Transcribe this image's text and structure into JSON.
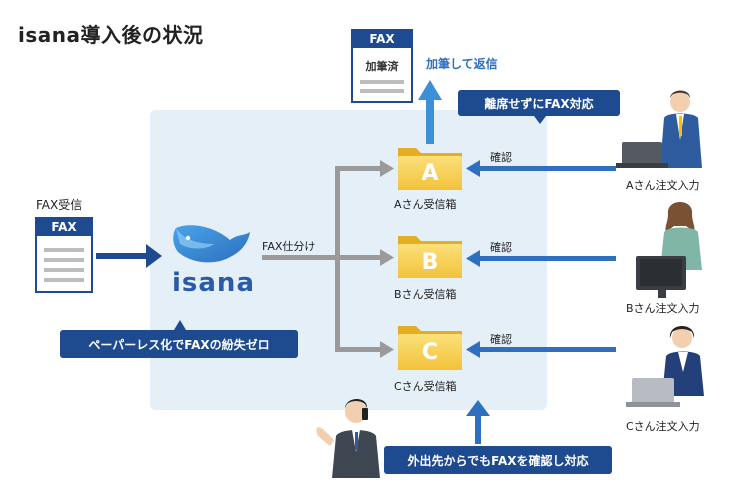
{
  "title": "isana導入後の状況",
  "brand": "isana",
  "fax_in": {
    "label": "FAX受信",
    "doc_label": "FAX"
  },
  "fax_out": {
    "doc_label": "FAX",
    "stamp": "加筆済",
    "action": "加筆して返信"
  },
  "route_label": "FAX仕分け",
  "callouts": {
    "away": "離席せずにFAX対応",
    "paperless": "ペーパーレス化でFAXの紛失ゼロ",
    "mobile": "外出先からでもFAXを確認し対応"
  },
  "folders": [
    {
      "letter": "A",
      "label": "Aさん受信箱",
      "confirm": "確認"
    },
    {
      "letter": "B",
      "label": "Bさん受信箱",
      "confirm": "確認"
    },
    {
      "letter": "C",
      "label": "Cさん受信箱",
      "confirm": "確認"
    }
  ],
  "people": [
    {
      "label": "Aさん注文入力"
    },
    {
      "label": "Bさん注文入力"
    },
    {
      "label": "Cさん注文入力"
    }
  ],
  "colors": {
    "navy": "#1e4b8f",
    "blue": "#2f6fc0",
    "sky": "#3d8fd6",
    "panel": "#e4eff8",
    "folder": "#f5c842",
    "gray_arrow": "#9a9a9a"
  }
}
